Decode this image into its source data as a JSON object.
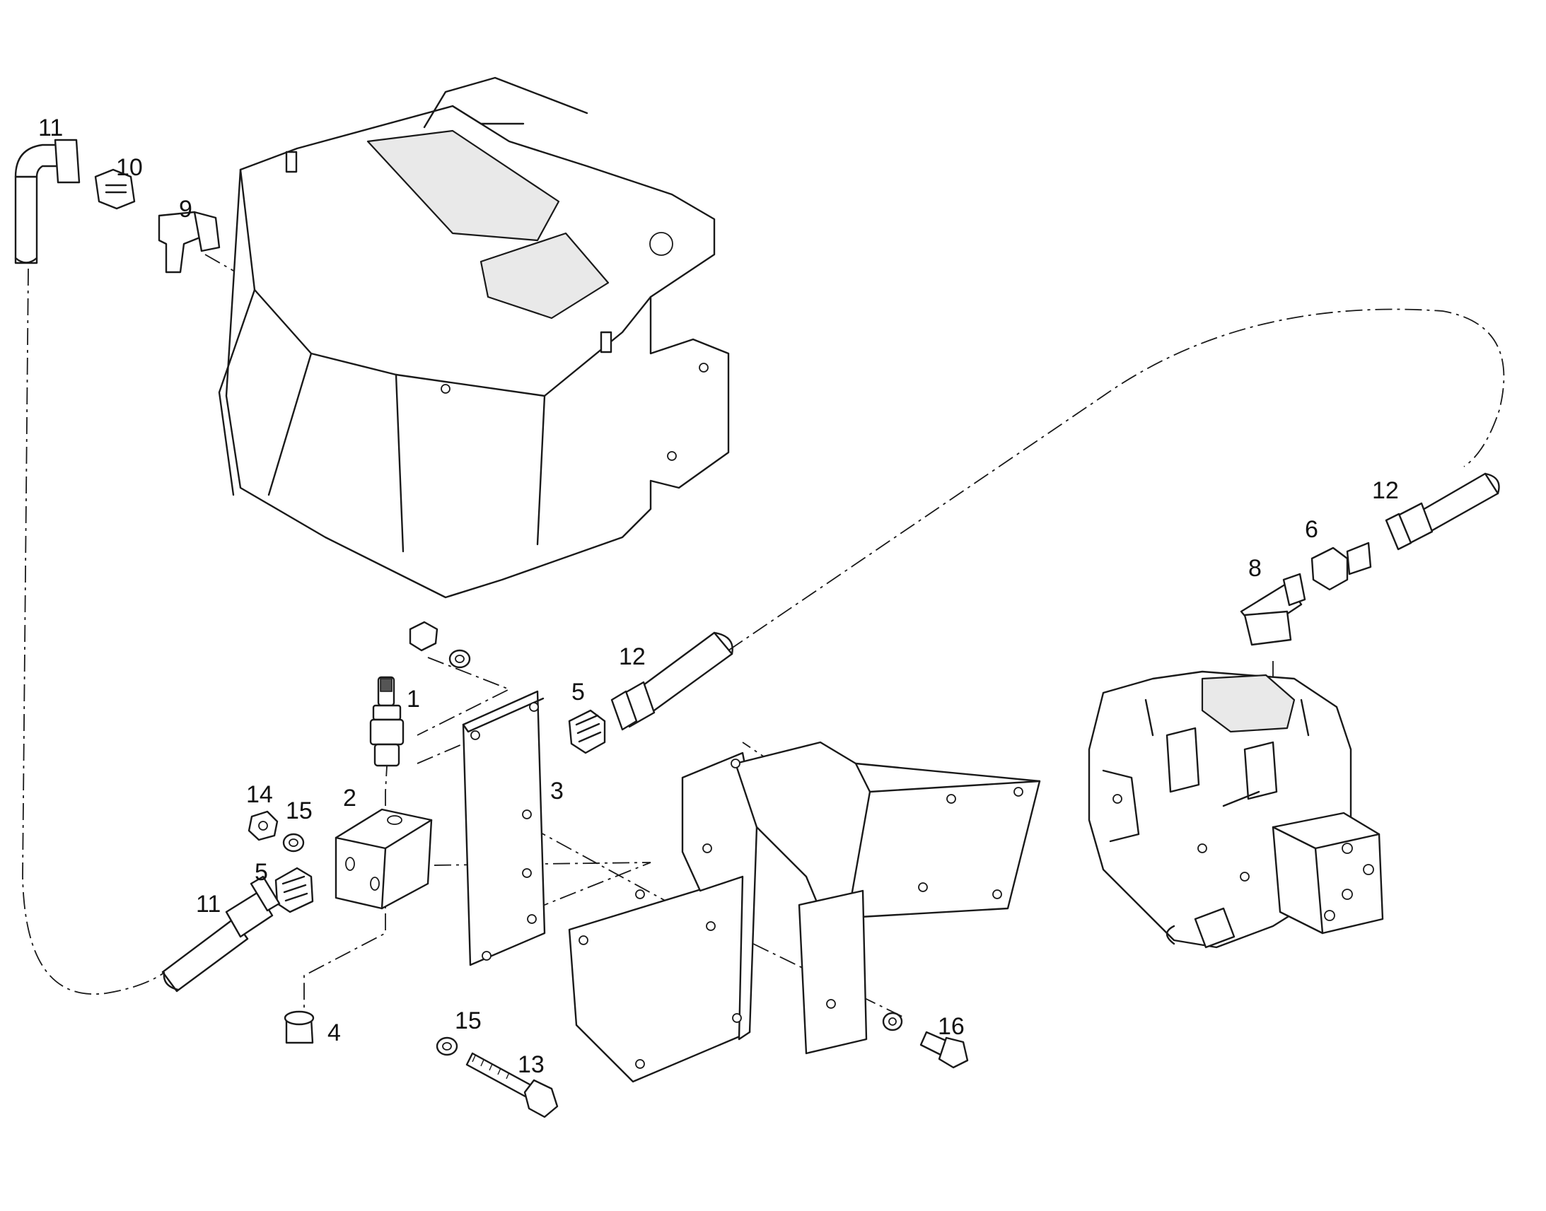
{
  "callouts": {
    "c11_top": "11",
    "c10": "10",
    "c9": "9",
    "c1": "1",
    "c2": "2",
    "c3": "3",
    "c5_upper": "5",
    "c12_mid": "12",
    "c14": "14",
    "c15_left": "15",
    "c5_lower": "5",
    "c11_lower": "11",
    "c4": "4",
    "c15_bottom": "15",
    "c13": "13",
    "c16": "16",
    "c8": "8",
    "c6": "6",
    "c12_right": "12"
  }
}
